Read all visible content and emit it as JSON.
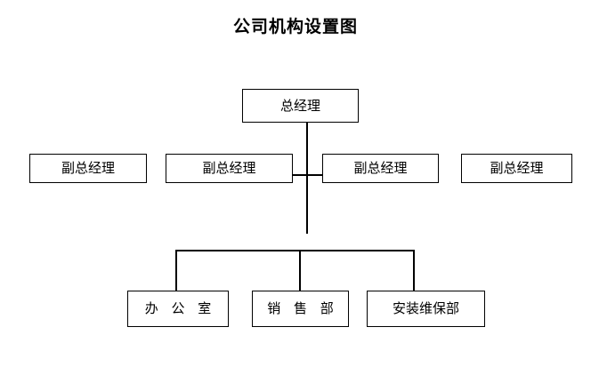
{
  "document": {
    "title": "公司机构设置图"
  },
  "chart_data": {
    "type": "diagram",
    "diagram_kind": "organizational-chart",
    "title": "公司机构设置图",
    "orientation": "top-down",
    "levels": [
      {
        "level": 1,
        "nodes": [
          {
            "id": "gm",
            "label": "总经理"
          }
        ]
      },
      {
        "level": 2,
        "nodes": [
          {
            "id": "dgm1",
            "label": "副总经理"
          },
          {
            "id": "dgm2",
            "label": "副总经理"
          },
          {
            "id": "dgm3",
            "label": "副总经理"
          },
          {
            "id": "dgm4",
            "label": "副总经理"
          }
        ]
      },
      {
        "level": 3,
        "nodes": [
          {
            "id": "office",
            "label": "办 公 室"
          },
          {
            "id": "sales",
            "label": "销 售 部"
          },
          {
            "id": "install",
            "label": "安装维保部"
          }
        ]
      }
    ],
    "edges": [
      {
        "from": "gm",
        "to": "deputy-row"
      },
      {
        "from": "dgm2",
        "to": "dgm3"
      },
      {
        "from": "deputy-row",
        "to": "office"
      },
      {
        "from": "deputy-row",
        "to": "sales"
      },
      {
        "from": "deputy-row",
        "to": "install"
      }
    ],
    "style": {
      "box_fill": "#ffffff",
      "box_border": "#000000",
      "line_color": "#000000",
      "text_color": "#000000",
      "background": "#ffffff"
    }
  },
  "nodes": {
    "gm": {
      "label": "总经理"
    },
    "dgm1": {
      "label": "副总经理"
    },
    "dgm2": {
      "label": "副总经理"
    },
    "dgm3": {
      "label": "副总经理"
    },
    "dgm4": {
      "label": "副总经理"
    },
    "office": {
      "label": "办 公 室"
    },
    "sales": {
      "label": "销 售 部"
    },
    "install": {
      "label": "安装维保部"
    }
  }
}
